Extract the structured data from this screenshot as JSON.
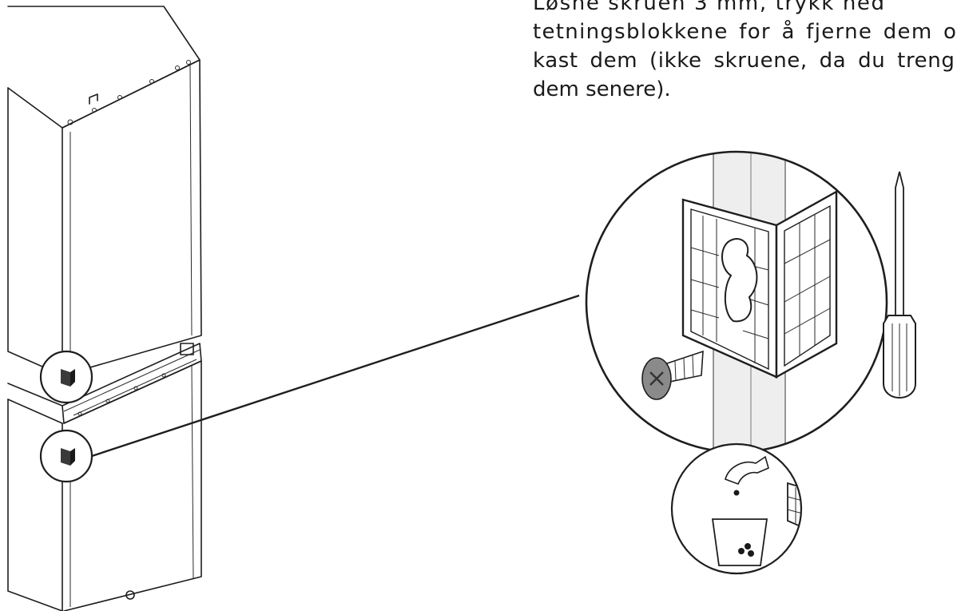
{
  "instruction": {
    "lines": [
      "Løsne skruen 3 mm, trykk ned",
      "tetningsblokkene for å fjerne dem o",
      "kast dem (ikke skruene, da du treng",
      "dem senere)."
    ]
  }
}
